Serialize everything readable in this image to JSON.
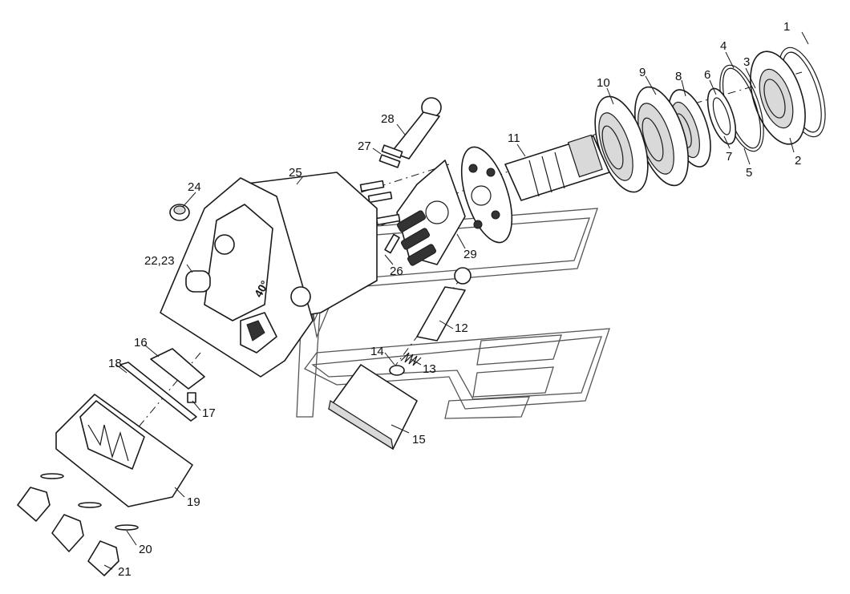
{
  "engraving": "40°",
  "callouts": [
    {
      "id": "c1",
      "text": "1"
    },
    {
      "id": "c2",
      "text": "2"
    },
    {
      "id": "c3",
      "text": "3"
    },
    {
      "id": "c4",
      "text": "4"
    },
    {
      "id": "c5",
      "text": "5"
    },
    {
      "id": "c6",
      "text": "6"
    },
    {
      "id": "c7",
      "text": "7"
    },
    {
      "id": "c8",
      "text": "8"
    },
    {
      "id": "c9",
      "text": "9"
    },
    {
      "id": "c10",
      "text": "10"
    },
    {
      "id": "c11",
      "text": "11"
    },
    {
      "id": "c12",
      "text": "12"
    },
    {
      "id": "c13",
      "text": "13"
    },
    {
      "id": "c14",
      "text": "14"
    },
    {
      "id": "c15",
      "text": "15"
    },
    {
      "id": "c16",
      "text": "16"
    },
    {
      "id": "c17",
      "text": "17"
    },
    {
      "id": "c18",
      "text": "18"
    },
    {
      "id": "c19",
      "text": "19"
    },
    {
      "id": "c20",
      "text": "20"
    },
    {
      "id": "c21",
      "text": "21"
    },
    {
      "id": "c22_23",
      "text": "22,23"
    },
    {
      "id": "c24",
      "text": "24"
    },
    {
      "id": "c25",
      "text": "25"
    },
    {
      "id": "c26",
      "text": "26"
    },
    {
      "id": "c27",
      "text": "27"
    },
    {
      "id": "c28",
      "text": "28"
    },
    {
      "id": "c29",
      "text": "29"
    }
  ]
}
